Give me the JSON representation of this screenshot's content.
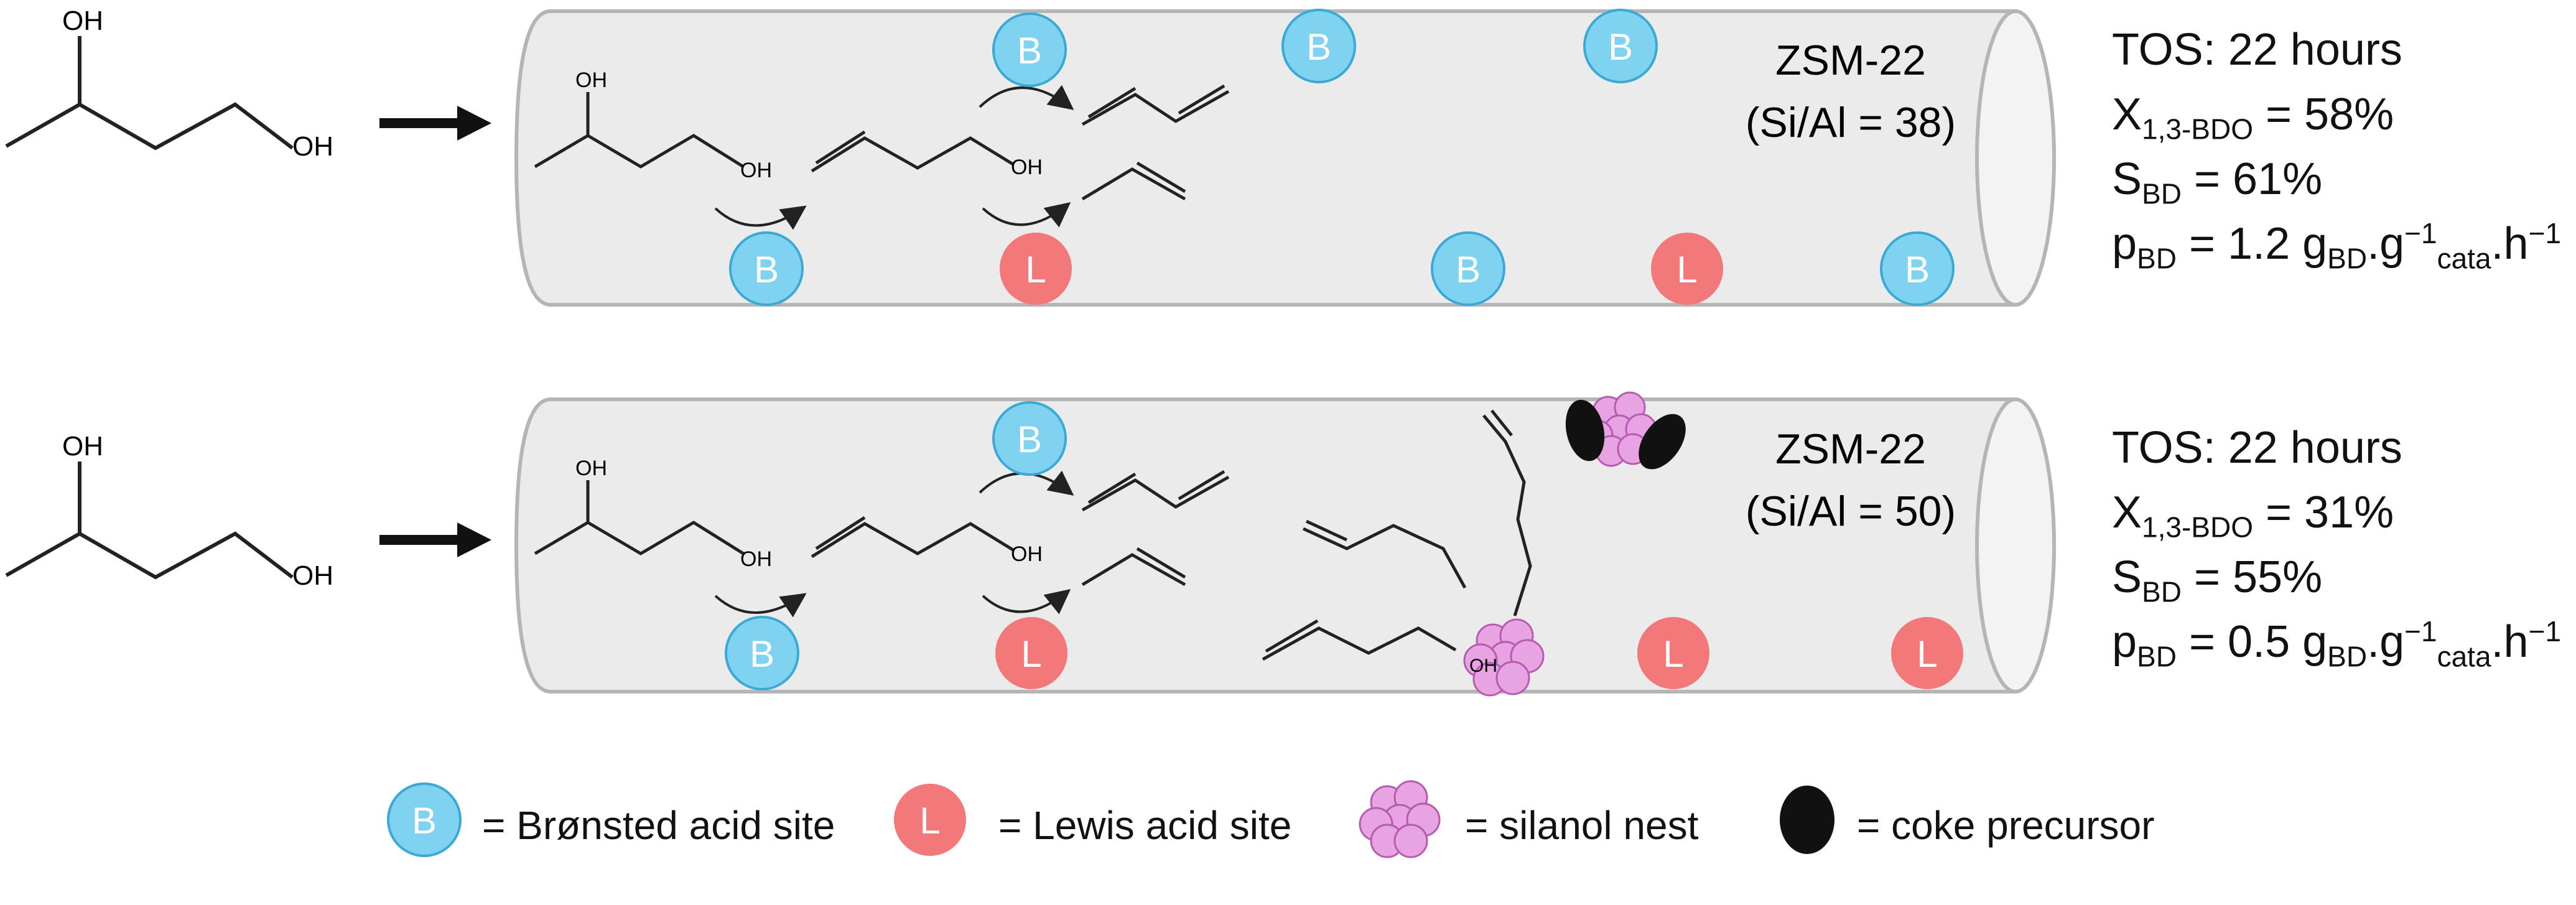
{
  "panels": [
    {
      "zeolite": "ZSM-22",
      "ratio": "(Si/Al = 38)",
      "stats": {
        "tos": "TOS: 22 hours",
        "conversion_value": "= 58%",
        "selectivity_value": "= 61%",
        "productivity_value": "= 1.2"
      }
    },
    {
      "zeolite": "ZSM-22",
      "ratio": "(Si/Al = 50)",
      "stats": {
        "tos": "TOS: 22 hours",
        "conversion_value": "= 31%",
        "selectivity_value": "= 55%",
        "productivity_value": "= 0.5"
      }
    }
  ],
  "stat_symbols": {
    "x": "X",
    "x_sub": "1,3-BDO",
    "s": "S",
    "s_sub": "BD",
    "p": "p",
    "p_sub": "BD",
    "unit_g1": "g",
    "unit_g1_sub": "BD",
    "unit_g2": ".g",
    "unit_g2_sup": "−1",
    "unit_g2_sub": "cata",
    "unit_h": ".h",
    "unit_h_sup": "−1"
  },
  "molecule_labels": {
    "oh": "OH"
  },
  "site_letters": {
    "bronsted": "B",
    "lewis": "L"
  },
  "legend": {
    "bronsted": "= Brønsted acid site",
    "lewis": "= Lewis acid site",
    "silanol": "= silanol nest",
    "coke": "= coke precursor"
  },
  "colors": {
    "bronsted_fill": "#7fd3f0",
    "bronsted_stroke": "#3aa9d6",
    "lewis_fill": "#f2787a",
    "silanol_fill": "#e8a3e3",
    "silanol_stroke": "#b65cb0",
    "tube_fill": "#ebebeb",
    "tube_stroke": "#b5b5b5"
  }
}
